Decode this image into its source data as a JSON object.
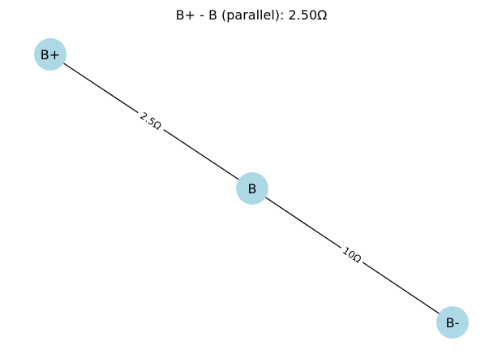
{
  "title": "B+ - B (parallel): 2.50Ω",
  "colors": {
    "node_fill": "#add8e6",
    "edge_stroke": "#000000",
    "background": "#ffffff"
  },
  "nodes": [
    {
      "id": "bplus",
      "label": "B+"
    },
    {
      "id": "b",
      "label": "B"
    },
    {
      "id": "bminus",
      "label": "B-"
    }
  ],
  "edges": [
    {
      "from": "bplus",
      "to": "b",
      "label": "2.5Ω"
    },
    {
      "from": "b",
      "to": "bminus",
      "label": "10Ω"
    }
  ]
}
